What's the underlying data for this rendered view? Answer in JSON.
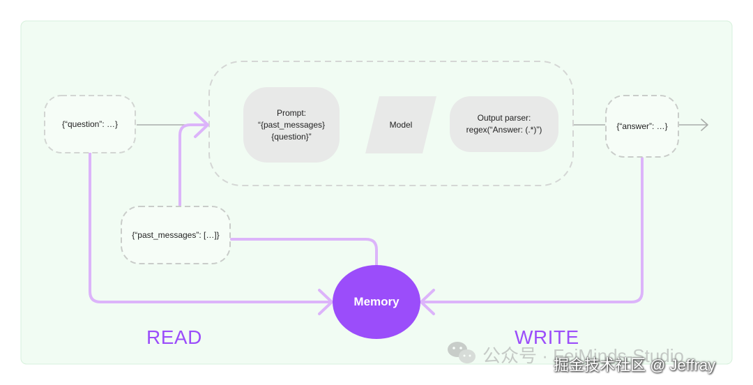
{
  "nodes": {
    "question": "{“question”: …}",
    "prompt": "Prompt:\n“{past_messages}\n{question}”",
    "model": "Model",
    "output_parser": "Output parser:\nregex(“Answer: (.*)”)",
    "answer": "{“answer”: …}",
    "past_messages": "{“past_messages”: […]}",
    "memory": "Memory"
  },
  "labels": {
    "read": "READ",
    "write": "WRITE"
  },
  "watermark": {
    "line1": "公众号 · FeiMinds-Studio",
    "line2": "掘金技术社区 @ Jeffray"
  },
  "colors": {
    "panel_bg": "#f1fcf3",
    "panel_border": "#d6f0dc",
    "dashed": "#cfd3cf",
    "node_fill": "#e8e9e8",
    "flow_purple": "#dcb4fa",
    "memory": "#9b4dfa",
    "label_purple": "#9b4dfa",
    "arrow_gray": "#a9aca9"
  }
}
